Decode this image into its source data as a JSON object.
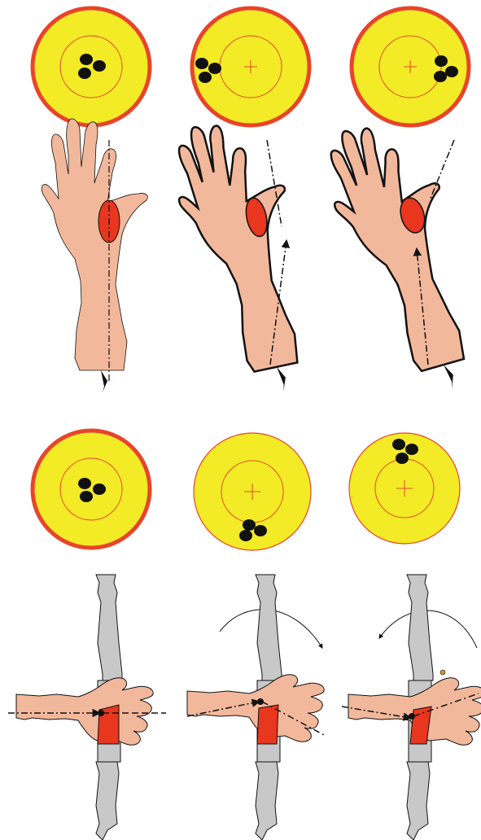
{
  "colors": {
    "background": "#ffffff",
    "target_fill": "#f2eb26",
    "target_rim": "#e8442a",
    "target_ring": "#e8442a",
    "impact": "#111111",
    "skin": "#f2b89b",
    "grip_pad": "#e8361f",
    "bow_limb": "#c8c8c8",
    "outline": "#111111"
  },
  "icons": {
    "target": "target-icon",
    "hand": "hand-icon",
    "bow": "bow-riser-icon",
    "arrow": "curved-arrow-icon"
  },
  "panels": {
    "wrist_rotation_row": [
      {
        "name": "neutral",
        "group_offset": "centered",
        "tilt": "straight"
      },
      {
        "name": "wrist-tilted-left",
        "group_offset": "left",
        "tilt": "left"
      },
      {
        "name": "wrist-tilted-right",
        "group_offset": "right",
        "tilt": "right"
      }
    ],
    "bow_grip_row": [
      {
        "name": "neutral-grip",
        "group_offset": "centered",
        "torque": "none"
      },
      {
        "name": "grip-high-pressure",
        "group_offset": "low",
        "torque": "clockwise"
      },
      {
        "name": "grip-low-pressure",
        "group_offset": "high",
        "torque": "counter-clockwise"
      }
    ]
  }
}
